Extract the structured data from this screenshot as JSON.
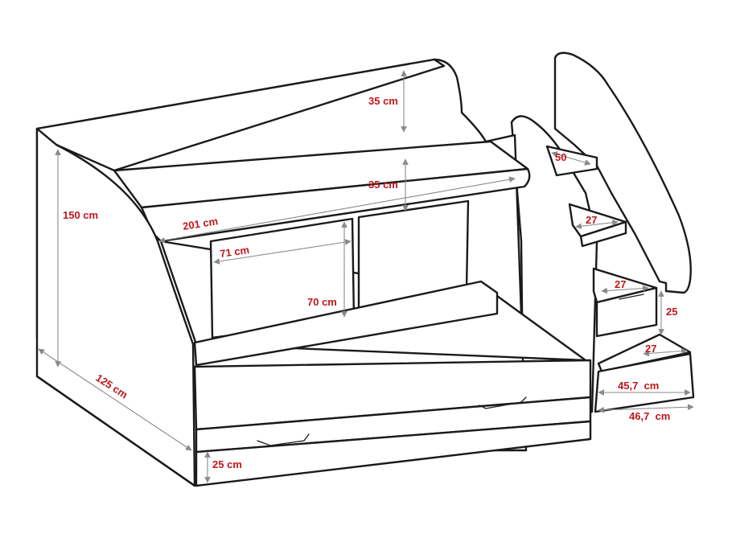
{
  "diagram": {
    "accent_color": "#c0161b",
    "line_color": "#1a1a1a",
    "dimensions": {
      "total_height": "150 cm",
      "depth": "125 cm",
      "length": "201 cm",
      "top_rail_height": "35 cm",
      "guard_rail_height": "35 cm",
      "opening_width": "71 cm",
      "opening_height": "70 cm",
      "drawer_height": "25 cm",
      "step_1": "50",
      "step_2": "27",
      "step_3": "27",
      "step_4": "27",
      "step_rise": "25",
      "stair_inner_width": "45,7  cm",
      "stair_outer_width": "46,7  cm"
    }
  }
}
